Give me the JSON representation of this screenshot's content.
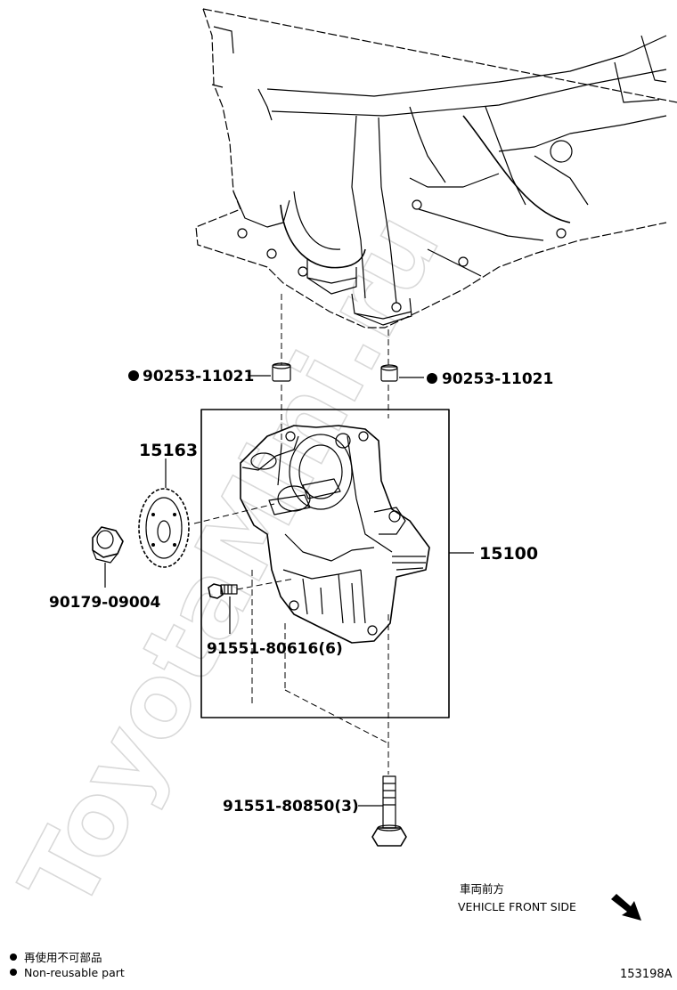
{
  "watermark": "ToyotaMini.ru",
  "parts": {
    "collar_left": "90253-11021",
    "collar_right": "90253-11021",
    "sprocket": "15163",
    "nut": "90179-09004",
    "bolt_small": "91551-80616(6)",
    "oil_pump_assy": "15100",
    "bolt_long": "91551-80850(3)"
  },
  "orientation": {
    "label_jp": "車両前方",
    "label_en": "VEHICLE FRONT SIDE"
  },
  "legend": {
    "jp": "再使用不可部品",
    "en": "Non-reusable part"
  },
  "figure_id": "153198A"
}
